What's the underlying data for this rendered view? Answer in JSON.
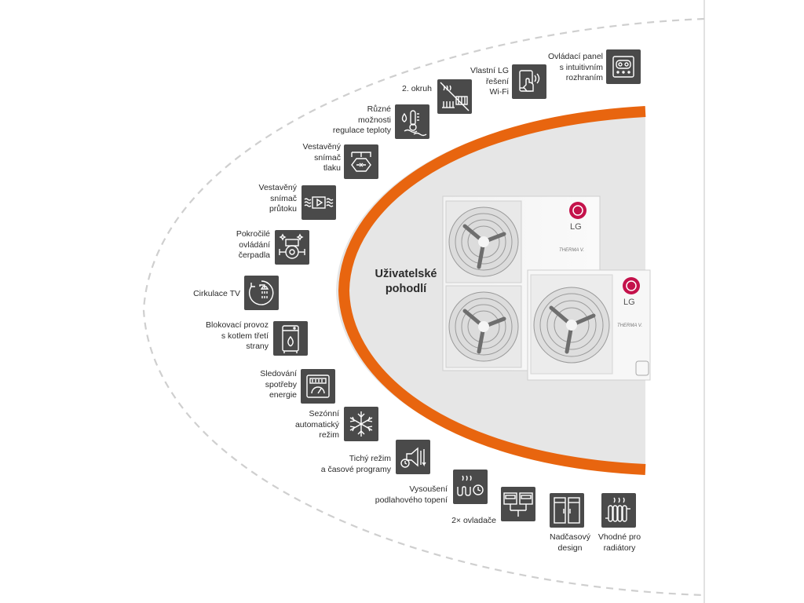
{
  "center_title": "Uživatelské\npohodlí",
  "brand": {
    "logo_text": "LG",
    "product_text": "THERMA V."
  },
  "colors": {
    "accent": "#e8650f",
    "icon_bg": "#4a4a4a",
    "panel_bg": "#e6e6e6"
  },
  "features": [
    {
      "name": "control-panel",
      "label": "Ovládací panel\ns  intuitivním\nrozhraním",
      "icon": "control-panel-icon"
    },
    {
      "name": "wifi",
      "label": "Vlastní LG\nřešení\nWi-Fi",
      "icon": "smartphone-wifi-icon"
    },
    {
      "name": "second-circuit",
      "label": "2. okruh",
      "icon": "second-circuit-icon"
    },
    {
      "name": "temperature-options",
      "label": "Různé\nmožnosti\nregulace teploty",
      "icon": "thermometer-drop-icon"
    },
    {
      "name": "pressure-sensor",
      "label": "Vestavěný\nsnímač\ntlaku",
      "icon": "pressure-sensor-icon"
    },
    {
      "name": "flow-sensor",
      "label": "Vestavěný\nsnímač\nprůtoku",
      "icon": "flow-sensor-icon"
    },
    {
      "name": "pump-control",
      "label": "Pokročilé\novládání\nčerpadla",
      "icon": "pump-icon"
    },
    {
      "name": "hot-water-circulation",
      "label": "Cirkulace TV",
      "icon": "shower-circulation-icon"
    },
    {
      "name": "boiler-blocking",
      "label": "Blokovací provoz\ns kotlem třetí\nstrany",
      "icon": "boiler-icon"
    },
    {
      "name": "energy-monitoring",
      "label": "Sledování\nspotřeby\nenergie",
      "icon": "energy-meter-icon"
    },
    {
      "name": "seasonal-auto",
      "label": "Sezónní\nautomatický\nrežim",
      "icon": "snowflake-sun-icon"
    },
    {
      "name": "silent-mode",
      "label": "Tichý režim\na časové programy",
      "icon": "silent-speaker-icon"
    },
    {
      "name": "floor-drying",
      "label": "Vysoušení\npodlahového topení",
      "icon": "floor-heating-clock-icon"
    },
    {
      "name": "dual-controller",
      "label": "2× ovladače",
      "icon": "dual-controller-icon"
    },
    {
      "name": "timeless-design",
      "label": "Nadčasový\ndesign",
      "icon": "cabinet-icon"
    },
    {
      "name": "radiators",
      "label": "Vhodné pro\nradiátory",
      "icon": "radiator-icon"
    }
  ]
}
